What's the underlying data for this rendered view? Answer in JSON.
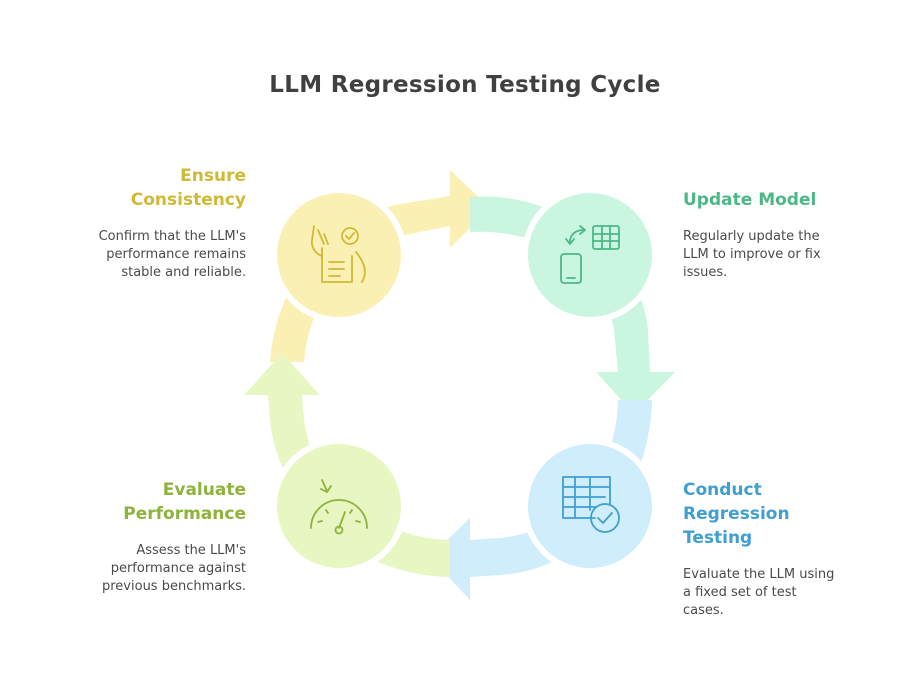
{
  "title": "LLM Regression Testing Cycle",
  "stages": [
    {
      "heading_lines": [
        "Update Model"
      ],
      "description_lines": [
        "Regularly update the",
        "LLM to improve or fix",
        "issues."
      ],
      "color": "#4bb885",
      "fill": "#c9f5e1",
      "icon": "phone-table-sync-icon"
    },
    {
      "heading_lines": [
        "Conduct",
        "Regression",
        "Testing"
      ],
      "description_lines": [
        "Evaluate the LLM using",
        "a fixed set of test",
        "cases."
      ],
      "color": "#3f9fd1",
      "fill": "#cfedfa",
      "icon": "table-check-icon"
    },
    {
      "heading_lines": [
        "Evaluate",
        "Performance"
      ],
      "description_lines": [
        "Assess the LLM's",
        "performance against",
        "previous benchmarks."
      ],
      "color": "#8db33b",
      "fill": "#e8f6c2",
      "icon": "gauge-icon"
    },
    {
      "heading_lines": [
        "Ensure",
        "Consistency"
      ],
      "description_lines": [
        "Confirm that the LLM's",
        "performance remains",
        "stable and reliable."
      ],
      "color": "#d0b935",
      "fill": "#fbf0b4",
      "icon": "checklist-hand-icon"
    }
  ]
}
